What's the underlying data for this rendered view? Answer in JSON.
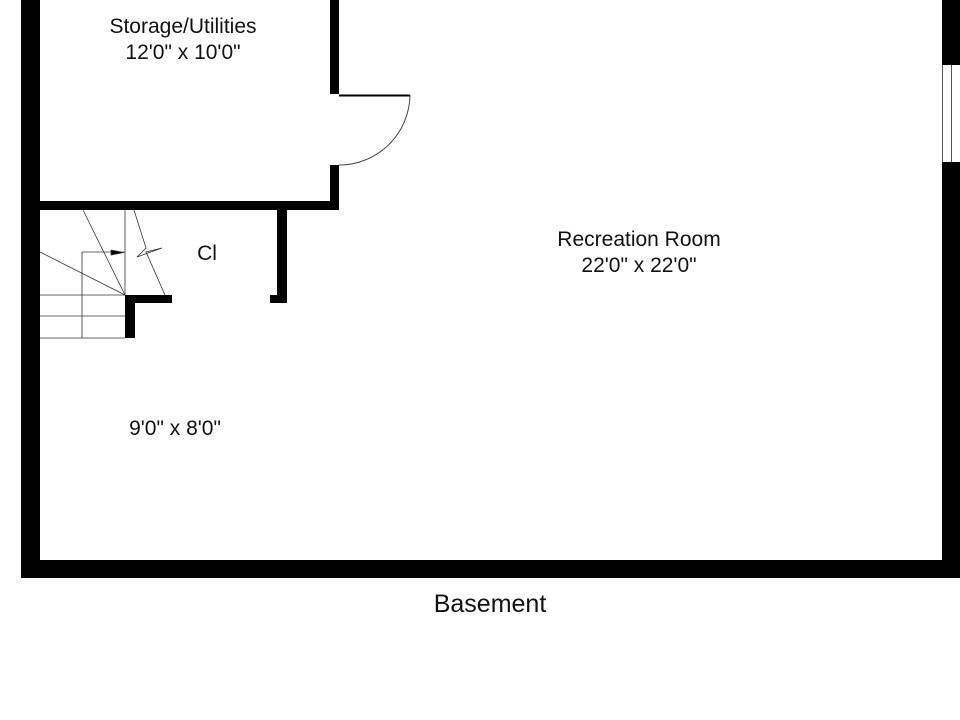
{
  "rooms": [
    {
      "name": "Storage/Utilities",
      "size": "12'0\" x 10'0\""
    },
    {
      "name": "Recreation Room",
      "size": "22'0\" x 22'0\""
    },
    {
      "name": "Cl"
    },
    {
      "size": "9'0\" x 8'0\""
    }
  ],
  "floor_label": "Basement"
}
